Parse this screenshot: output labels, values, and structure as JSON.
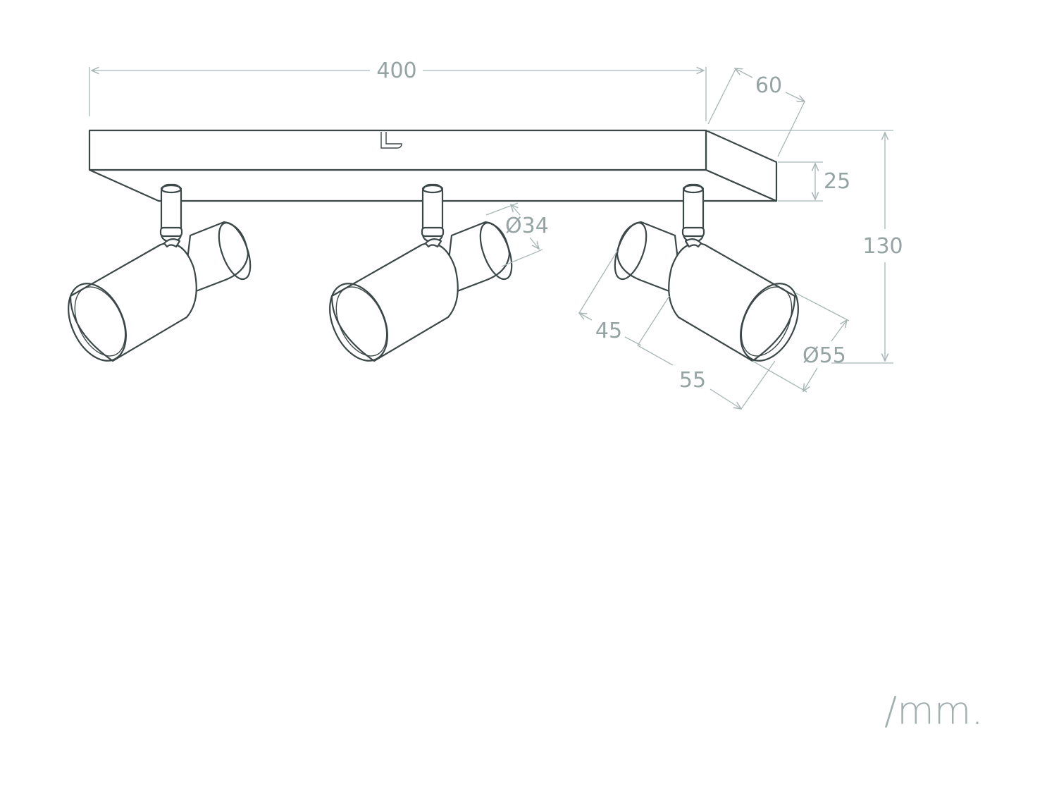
{
  "colors": {
    "outline": "#3c4748",
    "dimension_line": "#a9b6b6",
    "dimension_text": "#95a3a3",
    "background": "#ffffff"
  },
  "dimensions": {
    "length": "400",
    "width": "60",
    "base_height": "25",
    "total_height": "130",
    "rear_diameter": "Ø34",
    "spot_offset": "45",
    "spot_length": "55",
    "front_diameter": "Ø55"
  },
  "unit": "/mm."
}
